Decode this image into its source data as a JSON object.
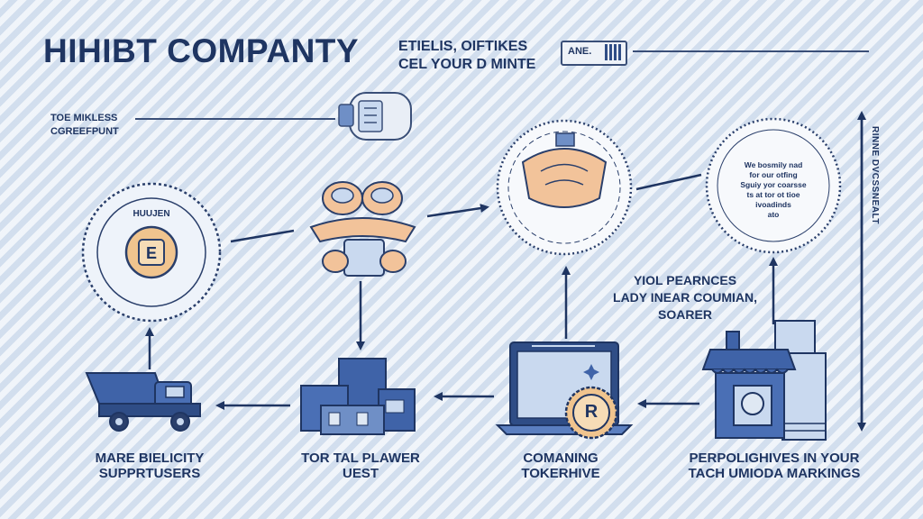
{
  "header": {
    "title": "HIHIBT COMPANTY",
    "subtitle_line1": "ETIELIS, OIFTIKES",
    "subtitle_line2": "CEL YOUR D MINTE",
    "badge": "ANE."
  },
  "side_note": {
    "line1": "TOE MIKLESS",
    "line2": "CGREEFPUNT"
  },
  "nodes": {
    "supplier_truck": {
      "line1": "MARE BIELICITY",
      "line2": "SUPPRTUSERS"
    },
    "warehouse": {
      "line1": "TOR TAL PLAWER",
      "line2": "UEST"
    },
    "laptop": {
      "line1": "COMANING",
      "line2": "TOKERHIVE"
    },
    "store": {
      "line1": "PERPOLIGHIVES IN YOUR",
      "line2": "TACH UMIODA MARKINGS"
    }
  },
  "center_note": {
    "line1": "YIOL PEARNCES",
    "line2": "LADY INEAR COUMIAN,",
    "line3": "SOARER"
  },
  "badges": {
    "left_circle": "HUUJEN",
    "laptop_badge": "R"
  },
  "right_circle_text": {
    "line1": "We bosmily nad",
    "line2": "for our otfing",
    "line3": "Sguiy yor coarsse",
    "line4": "ts at tor ot tioe",
    "line5": "ivoadinds",
    "line6": "ato"
  },
  "vertical_label": "RINNE DVCSSNEALT",
  "colors": {
    "navy": "#1f3562",
    "blue": "#3f63a8",
    "light_blue": "#c9d9ef",
    "skin": "#f2c39a",
    "background": "#dfe8f3"
  }
}
